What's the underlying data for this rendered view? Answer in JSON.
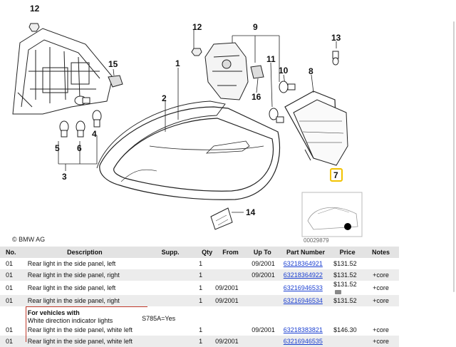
{
  "diagram": {
    "callouts": [
      "12",
      "12",
      "9",
      "13",
      "15",
      "1",
      "11",
      "10",
      "8",
      "2",
      "16",
      "3",
      "4",
      "5",
      "6",
      "7",
      "14"
    ],
    "highlighted_callout": "7",
    "copyright": "© BMW AG",
    "diagram_id": "00029879"
  },
  "table": {
    "headers": {
      "no": "No.",
      "description": "Description",
      "supp": "Supp.",
      "qty": "Qty",
      "from": "From",
      "to": "Up To",
      "part": "Part Number",
      "price": "Price",
      "notes": "Notes"
    },
    "rows": [
      {
        "no": "01",
        "description": "Rear light in the side panel, left",
        "supp": "",
        "qty": "1",
        "from": "",
        "to": "09/2001",
        "part": "63218364921",
        "price": "$131.52",
        "notes": ""
      },
      {
        "no": "01",
        "description": "Rear light in the side panel, right",
        "supp": "",
        "qty": "1",
        "from": "",
        "to": "09/2001",
        "part": "63218364922",
        "price": "$131.52",
        "notes": "+core"
      },
      {
        "no": "01",
        "description": "Rear light in the side panel, left",
        "supp": "",
        "qty": "1",
        "from": "09/2001",
        "to": "",
        "part": "63216946533",
        "price": "$131.52",
        "notes": "+core"
      },
      {
        "no": "01",
        "description": "Rear light in the side panel, right",
        "supp": "",
        "qty": "1",
        "from": "09/2001",
        "to": "",
        "part": "63216946534",
        "price": "$131.52",
        "notes": "+core"
      }
    ],
    "note": {
      "title": "For vehicles with",
      "subtitle": "White direction indicator lights",
      "supp": "S785A=Yes"
    },
    "rows2": [
      {
        "no": "01",
        "description": "Rear light in the side panel, white left",
        "supp": "",
        "qty": "1",
        "from": "",
        "to": "09/2001",
        "part": "63218383821",
        "price": "$146.30",
        "notes": "+core"
      },
      {
        "no": "01",
        "description": "Rear light in the side panel, white left",
        "supp": "",
        "qty": "1",
        "from": "09/2001",
        "to": "",
        "part": "63216946535",
        "price": "",
        "notes": "+core"
      }
    ]
  },
  "colors": {
    "link": "#1a3fd1",
    "highlight": "#f2c200",
    "header_bg": "#e3e3e3"
  }
}
